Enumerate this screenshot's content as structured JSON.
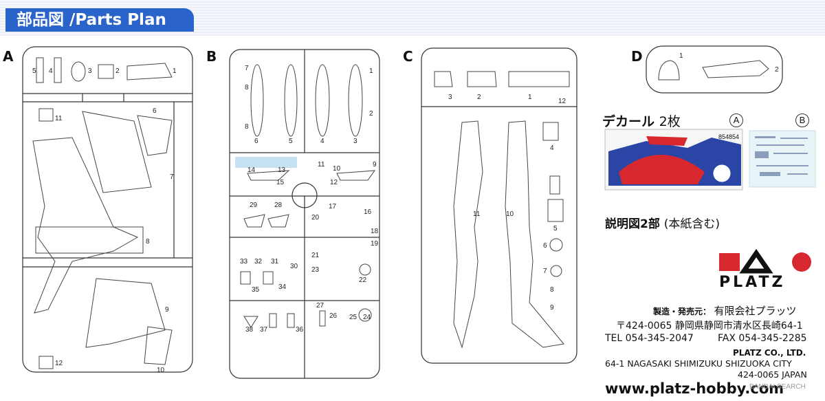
{
  "header": {
    "title": "部品図 /Parts Plan"
  },
  "sprues": [
    {
      "letter": "A"
    },
    {
      "letter": "B"
    },
    {
      "letter": "C"
    },
    {
      "letter": "D"
    }
  ],
  "sprue_a_numbers": [
    "5",
    "4",
    "3",
    "2",
    "1",
    "6",
    "7",
    "11",
    "8",
    "9",
    "12",
    "10"
  ],
  "sprue_b_numbers": [
    "7",
    "8",
    "8",
    "6",
    "5",
    "4",
    "3",
    "1",
    "2",
    "14",
    "13",
    "15",
    "11",
    "10",
    "9",
    "12",
    "29",
    "28",
    "17",
    "16",
    "20",
    "18",
    "19",
    "21",
    "33",
    "32",
    "31",
    "30",
    "23",
    "22",
    "35",
    "34",
    "27",
    "26",
    "25",
    "24",
    "38",
    "37",
    "36"
  ],
  "sprue_c_numbers": [
    "3",
    "2",
    "1",
    "12",
    "4",
    "11",
    "10",
    "5",
    "6",
    "7",
    "8",
    "9"
  ],
  "sprue_d_numbers": [
    "1",
    "2"
  ],
  "decal": {
    "title": "デカール",
    "count": "2枚",
    "sheet_a": "A",
    "sheet_b": "B",
    "code": "854854"
  },
  "manual": {
    "main": "説明図2部",
    "note": "(本紙含む)"
  },
  "company": {
    "brand": "PLATZ",
    "maker_label": "製造・発売元：",
    "maker_name": "有限会社プラッツ",
    "jp_address": "〒424-0065 静岡県静岡市清水区長崎64-1",
    "tel": "TEL 054-345-2047",
    "fax": "FAX 054-345-2285",
    "en_name": "PLATZ CO., LTD.",
    "en_address1": "64-1 NAGASAKI SHIMIZUKU SHIZUOKA CITY",
    "en_address2": "424-0065 JAPAN",
    "url": "www.platz-hobby.com"
  },
  "watermark": "BANDAI SEARCH",
  "colors": {
    "title_bg": "#2a63c9",
    "decal_blue": "#2b45a6",
    "decal_red": "#d8282f",
    "logo_red": "#d8282f"
  }
}
